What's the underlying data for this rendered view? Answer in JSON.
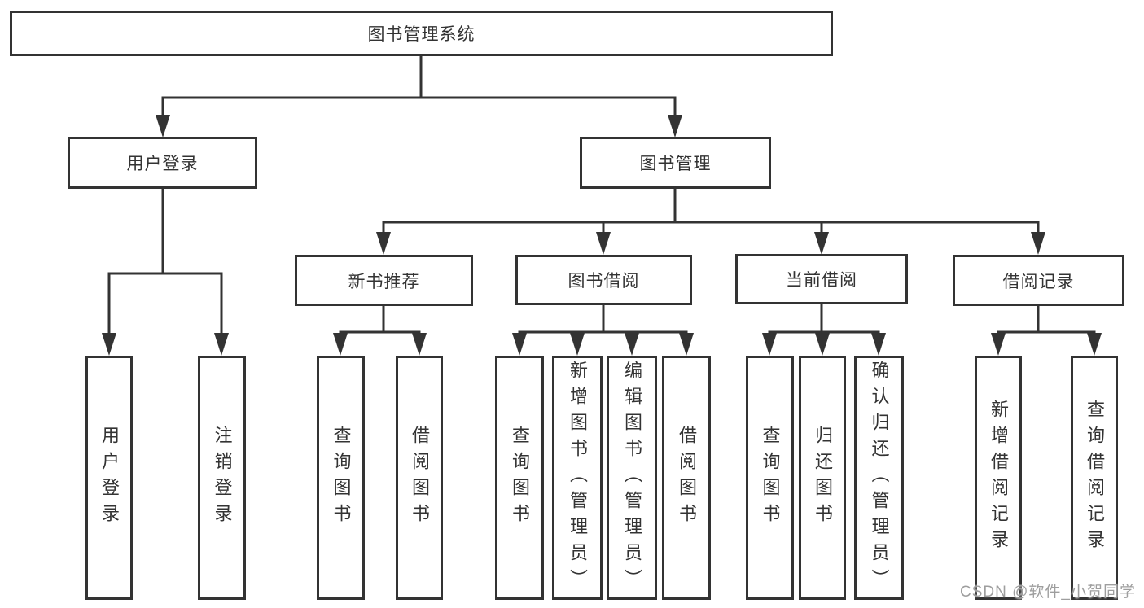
{
  "diagram_title": "图书管理系统",
  "tree": {
    "label": "图书管理系统",
    "children": [
      {
        "label": "用户登录",
        "children": [
          {
            "label": "用户登录"
          },
          {
            "label": "注销登录"
          }
        ]
      },
      {
        "label": "图书管理",
        "children": [
          {
            "label": "新书推荐",
            "children": [
              {
                "label": "查询图书"
              },
              {
                "label": "借阅图书"
              }
            ]
          },
          {
            "label": "图书借阅",
            "children": [
              {
                "label": "查询图书"
              },
              {
                "label": "新增图书（管理员）"
              },
              {
                "label": "编辑图书（管理员）"
              },
              {
                "label": "借阅图书"
              }
            ]
          },
          {
            "label": "当前借阅",
            "children": [
              {
                "label": "查询图书"
              },
              {
                "label": "归还图书"
              },
              {
                "label": "确认归还（管理员）"
              }
            ]
          },
          {
            "label": "借阅记录",
            "children": [
              {
                "label": "新增借阅记录"
              },
              {
                "label": "查询借阅记录"
              }
            ]
          }
        ]
      }
    ]
  },
  "watermark": "CSDN @软件_小贺同学",
  "colors": {
    "box_border": "#333333",
    "connector_line": "#333333",
    "text": "#333333",
    "watermark_text": "#9e9e9e",
    "background": "#ffffff"
  }
}
